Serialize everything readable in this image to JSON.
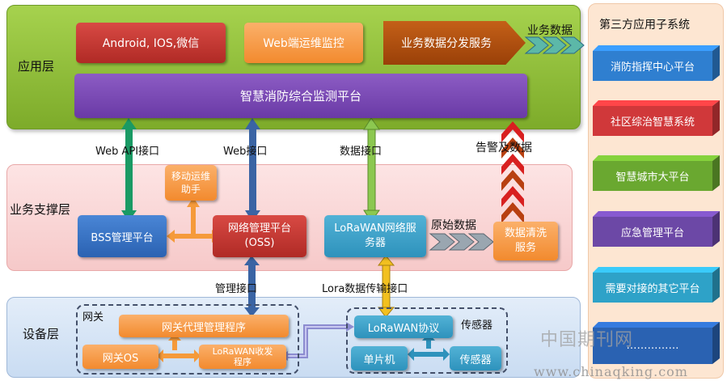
{
  "layers": {
    "application": "应用层",
    "business": "业务支撑层",
    "device": "设备层"
  },
  "app_layer": {
    "android": "Android, IOS,微信",
    "web_monitor": "Web端运维监控",
    "data_distribution": "业务数据分发服务",
    "platform": "智慧消防综合监测平台"
  },
  "connectors": {
    "business_data": "业务数据",
    "web_api": "Web API接口",
    "web": "Web接口",
    "data": "数据接口",
    "alarm_data": "告警及数据",
    "raw_data": "原始数据",
    "mgmt": "管理接口",
    "lora": "Lora数据传输接口"
  },
  "biz_layer": {
    "mobile_helper": "移动运维助手",
    "bss": "BSS管理平台",
    "oss": "网络管理平台(OSS)",
    "lorawan_server": "LoRaWAN网络服务器",
    "data_clean": "数据清洗服务"
  },
  "device_layer": {
    "gateway_title": "网关",
    "gateway_agent": "网关代理管理程序",
    "gateway_os": "网关OS",
    "lorawan_rx": "LoRaWAN收发程序",
    "sensor_title": "传感器",
    "lorawan_proto": "LoRaWAN协议",
    "mcu": "单片机",
    "sensor": "传感器"
  },
  "third_party": {
    "title": "第三方应用子系统",
    "items": [
      {
        "label": "消防指挥中心平台",
        "color": "#2f7fd0"
      },
      {
        "label": "社区综治智慧系统",
        "color": "#d0383a"
      },
      {
        "label": "智慧城市大平台",
        "color": "#6aa830"
      },
      {
        "label": "应急管理平台",
        "color": "#6c48a6"
      },
      {
        "label": "需要对接的其它平台",
        "color": "#2ea2c8"
      },
      {
        "label": "……………",
        "color": "#2a62b2"
      }
    ]
  },
  "watermark": {
    "cn": "中国期刊网",
    "url": "www.chinaqking.com"
  }
}
